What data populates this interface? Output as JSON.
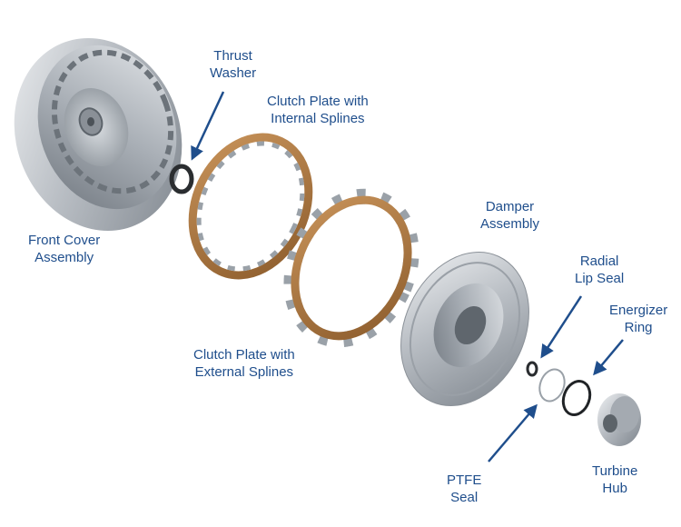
{
  "labels": {
    "thrust_washer": [
      "Thrust",
      "Washer"
    ],
    "clutch_internal": [
      "Clutch Plate with",
      "Internal Splines"
    ],
    "front_cover": [
      "Front Cover",
      "Assembly"
    ],
    "damper": [
      "Damper",
      "Assembly"
    ],
    "radial_lip_seal": [
      "Radial",
      "Lip Seal"
    ],
    "energizer_ring": [
      "Energizer",
      "Ring"
    ],
    "clutch_external": [
      "Clutch Plate with",
      "External Splines"
    ],
    "ptfe_seal": [
      "PTFE",
      "Seal"
    ],
    "turbine_hub": [
      "Turbine",
      "Hub"
    ]
  },
  "colors": {
    "label": "#1f4e8c",
    "arrow": "#1f4e8c",
    "friction": "#b07a3e",
    "metal": "#b9bec4"
  }
}
